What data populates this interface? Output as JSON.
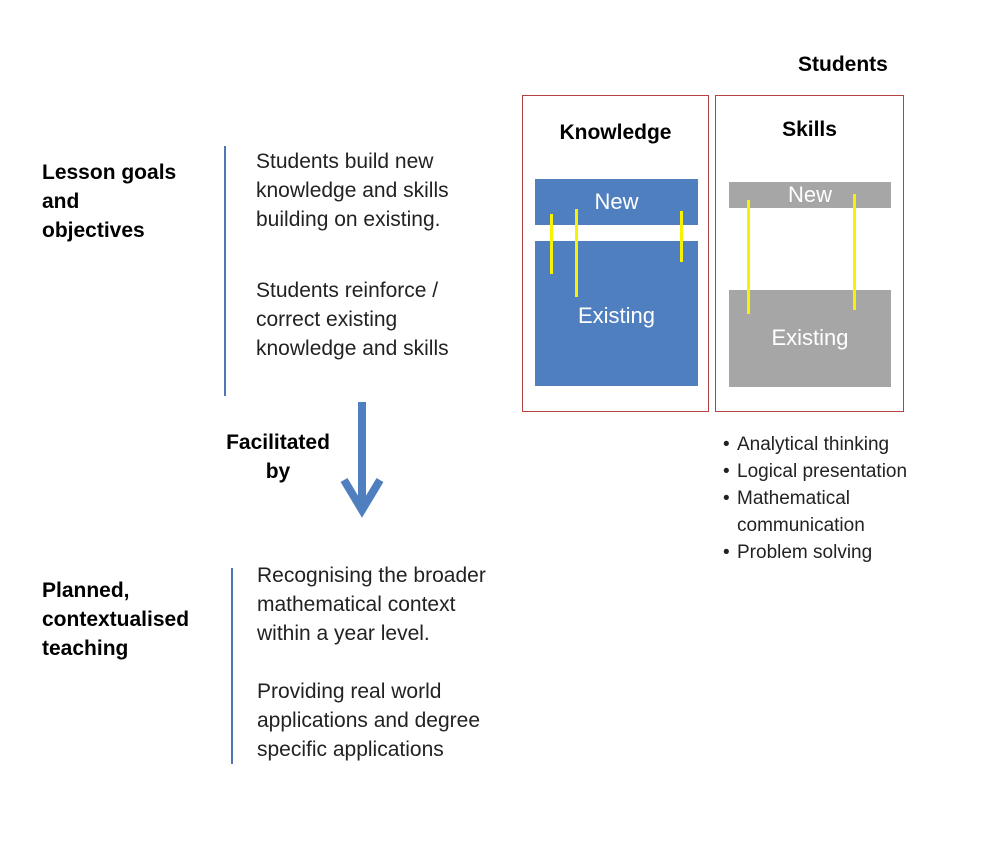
{
  "students_label": "Students",
  "knowledge": {
    "title": "Knowledge",
    "new_label": "New",
    "existing_label": "Existing"
  },
  "skills": {
    "title": "Skills",
    "new_label": "New",
    "existing_label": "Existing"
  },
  "goals": {
    "heading": [
      "Lesson goals",
      "and",
      "objectives"
    ],
    "points": [
      [
        "Students build new",
        "knowledge and skills",
        "building on existing."
      ],
      [
        "Students reinforce /",
        "correct existing",
        "knowledge and skills"
      ]
    ]
  },
  "facilitated": [
    "Facilitated",
    "by"
  ],
  "teaching": {
    "heading": [
      "Planned,",
      "contextualised",
      "teaching"
    ],
    "points": [
      [
        "Recognising the broader",
        "mathematical context",
        "within a year level."
      ],
      [
        "Providing real world",
        "applications and degree",
        "specific applications"
      ]
    ]
  },
  "skill_list": [
    "Analytical thinking",
    "Logical presentation",
    "Mathematical communication",
    "Problem solving"
  ],
  "colors": {
    "blue": "#4f7fbf",
    "grey": "#a6a6a6",
    "yellow": "#f6f200",
    "border": "#b5423f",
    "arrow": "#4f7fbf"
  }
}
